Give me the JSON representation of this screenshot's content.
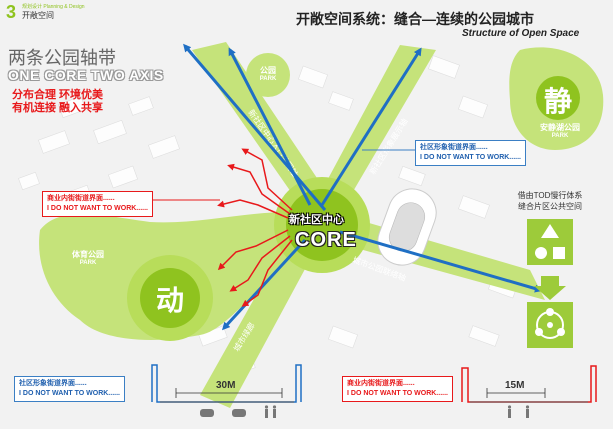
{
  "header": {
    "section_number": "3",
    "small_label": "规划设计 Planning & Design",
    "section_name": "开敞空间",
    "title": "开敞空间系统：缝合—连续的公园城市",
    "subtitle": "Structure of Open Space"
  },
  "axis": {
    "title_cn": "两条公园轴带",
    "title_en": "ONE CORE TWO AXIS",
    "point1": "分布合理  环境优美",
    "point2": "有机连接  融入共享"
  },
  "core": {
    "label_cn": "新社区中心",
    "label_en": "CORE"
  },
  "parks": [
    {
      "name": "公园",
      "park": "PARK"
    },
    {
      "name": "安静湖公园",
      "park": "PARK"
    },
    {
      "name": "体育公园",
      "park": "PARK"
    }
  ],
  "zones": {
    "static": "静",
    "dynamic": "动"
  },
  "roads": [
    "新社区中心入口公园轴",
    "新社区形象展示轴",
    "城市公园联络轴",
    "城市绿廊"
  ],
  "callouts": {
    "community_street": {
      "cn": "社区形象街道界面......",
      "en": "I DO NOT WANT TO WORK......"
    },
    "commercial_street": {
      "cn": "商业内街街道界面......",
      "en": "I DO NOT WANT TO WORK......"
    }
  },
  "tod": {
    "line1": "借由TOD慢行体系",
    "line2": "缝合片区公共空间"
  },
  "sections": {
    "left_width": "30M",
    "right_width": "15M"
  },
  "colors": {
    "green": "#8fc31f",
    "light_green": "#c5e37a",
    "blue": "#1f5fae",
    "red": "#e8191b"
  }
}
